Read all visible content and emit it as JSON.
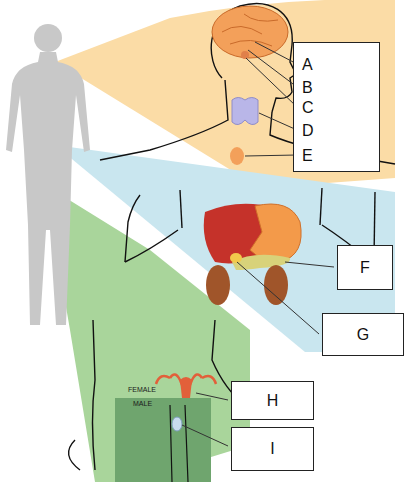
{
  "diagram": {
    "nodes": [
      {
        "text": [
          "A",
          "B",
          "C",
          "D",
          "E"
        ]
      },
      {
        "text": [
          "F"
        ]
      },
      {
        "text": [
          "G"
        ]
      },
      {
        "text": [
          "H"
        ]
      },
      {
        "text": [
          "I"
        ]
      }
    ],
    "labels": [
      "FEMALE",
      "MALE"
    ]
  }
}
